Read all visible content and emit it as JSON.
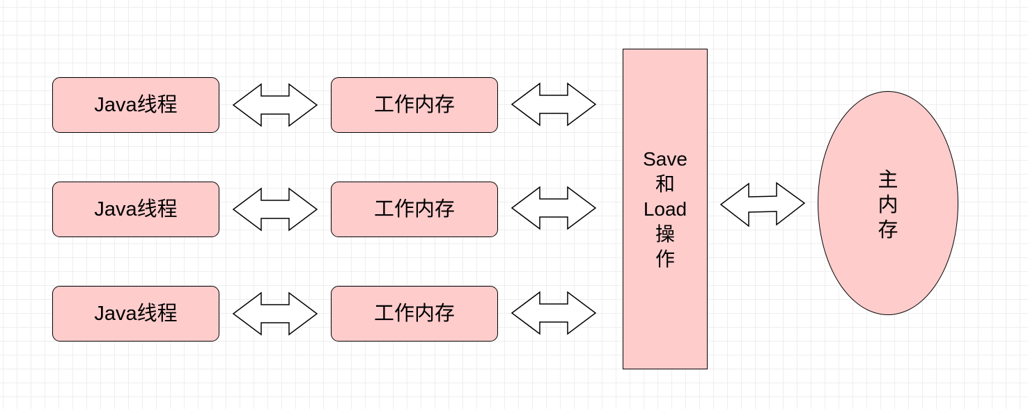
{
  "diagram": {
    "threads": [
      "Java线程",
      "Java线程",
      "Java线程"
    ],
    "working_memories": [
      "工作内存",
      "工作内存",
      "工作内存"
    ],
    "save_load_lines": [
      "Save",
      "和",
      "Load",
      "操",
      "作"
    ],
    "main_memory_lines": [
      "主",
      "内",
      "存"
    ]
  },
  "colors": {
    "node_fill": "#ffcccc",
    "stroke": "#000000",
    "arrow_fill": "#ffffff",
    "grid": "#eeeeee"
  }
}
